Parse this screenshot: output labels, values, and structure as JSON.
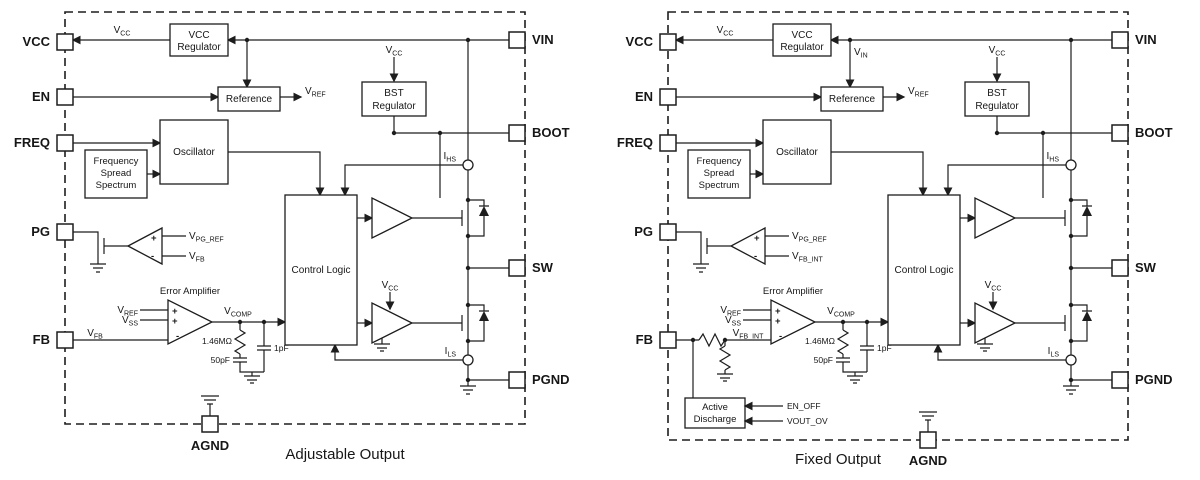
{
  "figure": {
    "caption_adjustable": "Adjustable Output",
    "caption_fixed": "Fixed Output"
  },
  "pins": {
    "vcc": "VCC",
    "en": "EN",
    "freq": "FREQ",
    "pg": "PG",
    "fb": "FB",
    "vin": "VIN",
    "boot": "BOOT",
    "sw": "SW",
    "pgnd": "PGND",
    "agnd": "AGND"
  },
  "blocks": {
    "vcc_regulator": {
      "line1": "VCC",
      "line2": "Regulator"
    },
    "reference": "Reference",
    "bst_regulator": {
      "line1": "BST",
      "line2": "Regulator"
    },
    "oscillator": "Oscillator",
    "freq_spread_spectrum": {
      "line1": "Frequency",
      "line2": "Spread",
      "line3": "Spectrum"
    },
    "control_logic": "Control Logic",
    "active_discharge": {
      "line1": "Active",
      "line2": "Discharge"
    }
  },
  "signals": {
    "vcc": {
      "base": "V",
      "sub": "CC"
    },
    "vin": {
      "base": "V",
      "sub": "IN"
    },
    "vref": {
      "base": "V",
      "sub": "REF"
    },
    "vss": {
      "base": "V",
      "sub": "SS"
    },
    "vfb": {
      "base": "V",
      "sub": "FB"
    },
    "vfb_int": {
      "base": "V",
      "sub": "FB_INT"
    },
    "vpg_ref": {
      "base": "V",
      "sub": "PG_REF"
    },
    "vcomp": {
      "base": "V",
      "sub": "COMP"
    },
    "ihs": {
      "base": "I",
      "sub": "HS"
    },
    "ils": {
      "base": "I",
      "sub": "LS"
    }
  },
  "labels": {
    "error_amplifier": "Error Amplifier",
    "comp_resistor": "1.46MΩ",
    "comp_capacitor": "50pF",
    "ff_capacitor": "1pF",
    "en_off": "EN_OFF",
    "vout_ov": "VOUT_OV",
    "plus": "+",
    "minus": "-"
  }
}
